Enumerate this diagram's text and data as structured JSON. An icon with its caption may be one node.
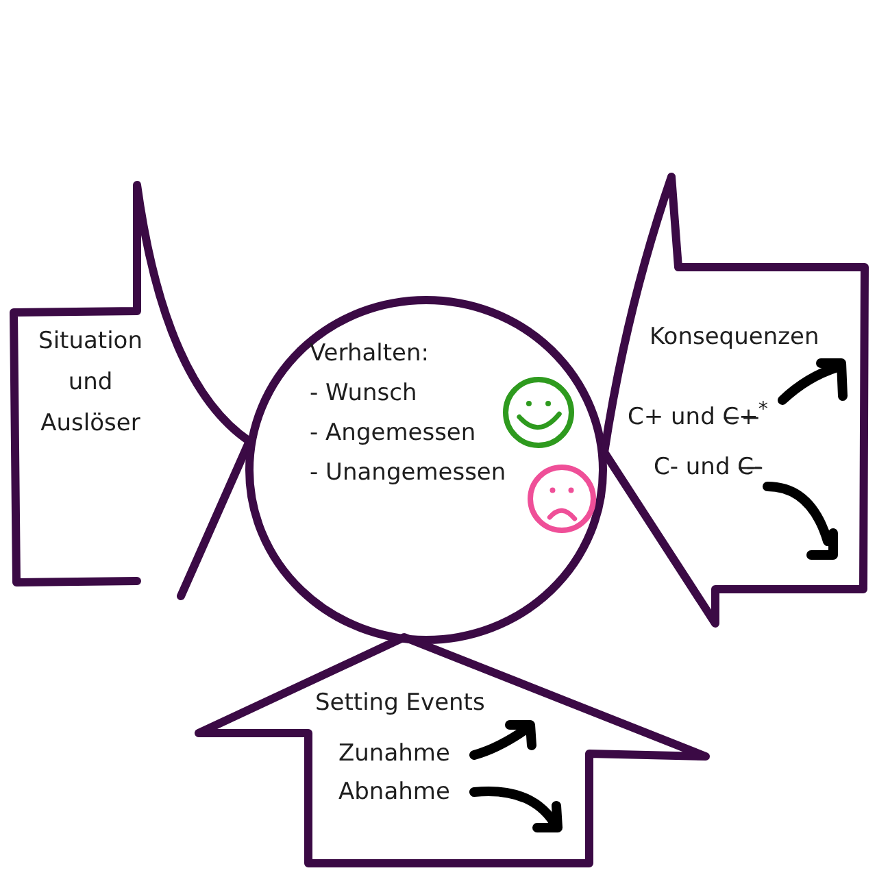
{
  "diagram": {
    "nodes": [
      {
        "text": [
          "Situation und Auslöser"
        ]
      },
      {
        "text": [
          "Verhalten:",
          "- Wunsch",
          "- Angemessen",
          "- Unangemessen"
        ]
      },
      {
        "text": [
          "Konsequenzen",
          "C+ und C̶+̶$^{*}$",
          "C- und C̶-̶"
        ]
      },
      {
        "text": [
          "Setting Events",
          "Zunahme",
          "Abnahme"
        ]
      }
    ]
  }
}
